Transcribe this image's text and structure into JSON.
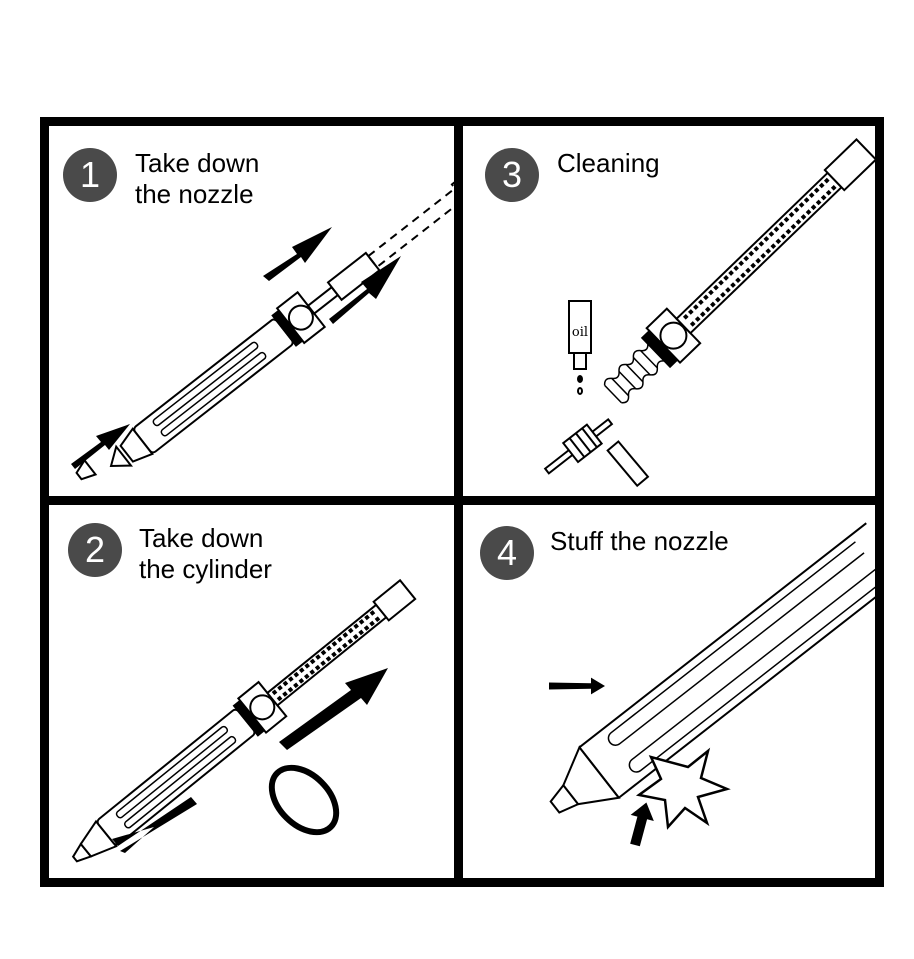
{
  "steps": [
    {
      "number": "1",
      "title": "Take down\nthe nozzle"
    },
    {
      "number": "3",
      "title": "Cleaning"
    },
    {
      "number": "2",
      "title": "Take down\nthe cylinder"
    },
    {
      "number": "4",
      "title": "Stuff the nozzle"
    }
  ],
  "oil_label": "oil",
  "colors": {
    "badge": "#4a4a4a",
    "ink": "#000000"
  }
}
